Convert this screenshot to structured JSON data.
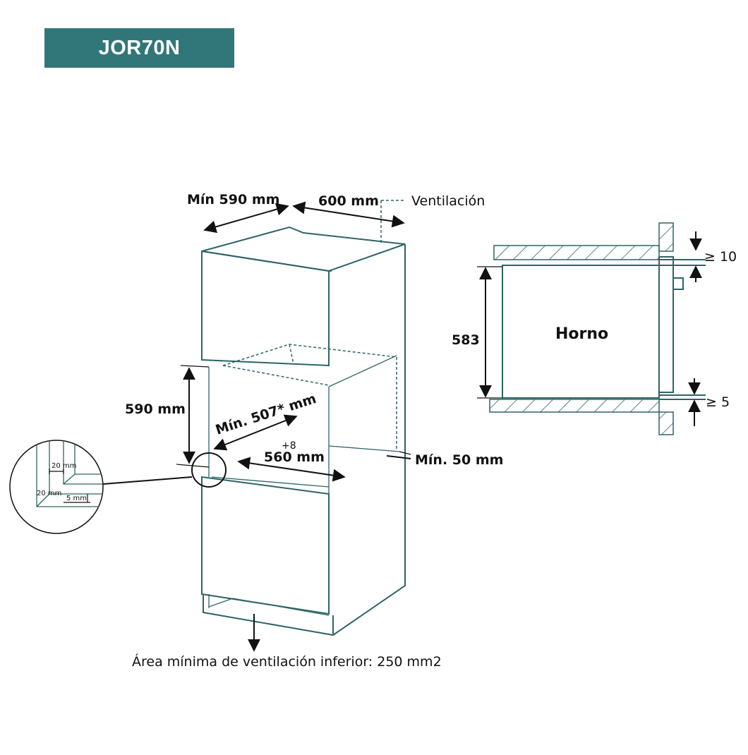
{
  "header": {
    "model": "JOR70N"
  },
  "labels": {
    "min_depth": "Mín 590 mm",
    "depth": "600 mm",
    "ventilation": "Ventilación",
    "height": "590 mm",
    "min_inner": "Mín. 507* mm",
    "tolerance": "+8",
    "width": "560 mm",
    "min_gap": "Mín. 50 mm",
    "bottom_vent": "Área mínima de ventilación inferior: 250 mm2"
  },
  "detail": {
    "top": "20 mm",
    "left": "20 mm",
    "gap": "5 mm"
  },
  "side_view": {
    "oven_label": "Horno",
    "height": "583",
    "top_clearance": "≥ 10",
    "bottom_clearance": "≥ 5"
  },
  "colors": {
    "accent": "#317678",
    "line": "#2e6466",
    "text": "#111111"
  }
}
